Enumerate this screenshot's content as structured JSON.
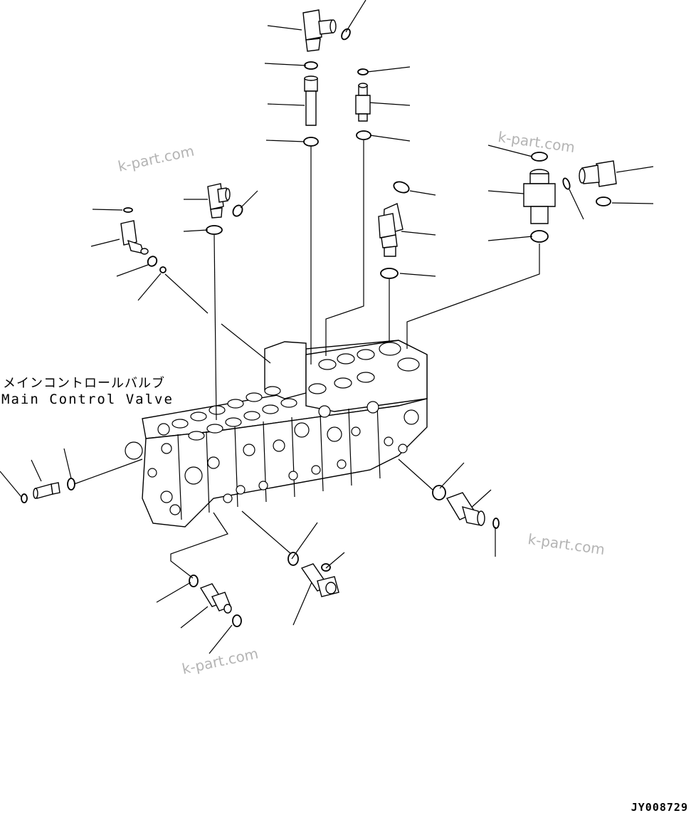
{
  "labels": {
    "part_name_jp": "メインコントロールバルブ",
    "part_name_en": "Main Control Valve",
    "drawing_number": "JY008729"
  },
  "watermarks": [
    "k-part.com",
    "k-part.com",
    "k-part.com",
    "k-part.com"
  ],
  "colors": {
    "line": "#000000",
    "background": "#ffffff",
    "watermark": "#b4b4b4"
  }
}
